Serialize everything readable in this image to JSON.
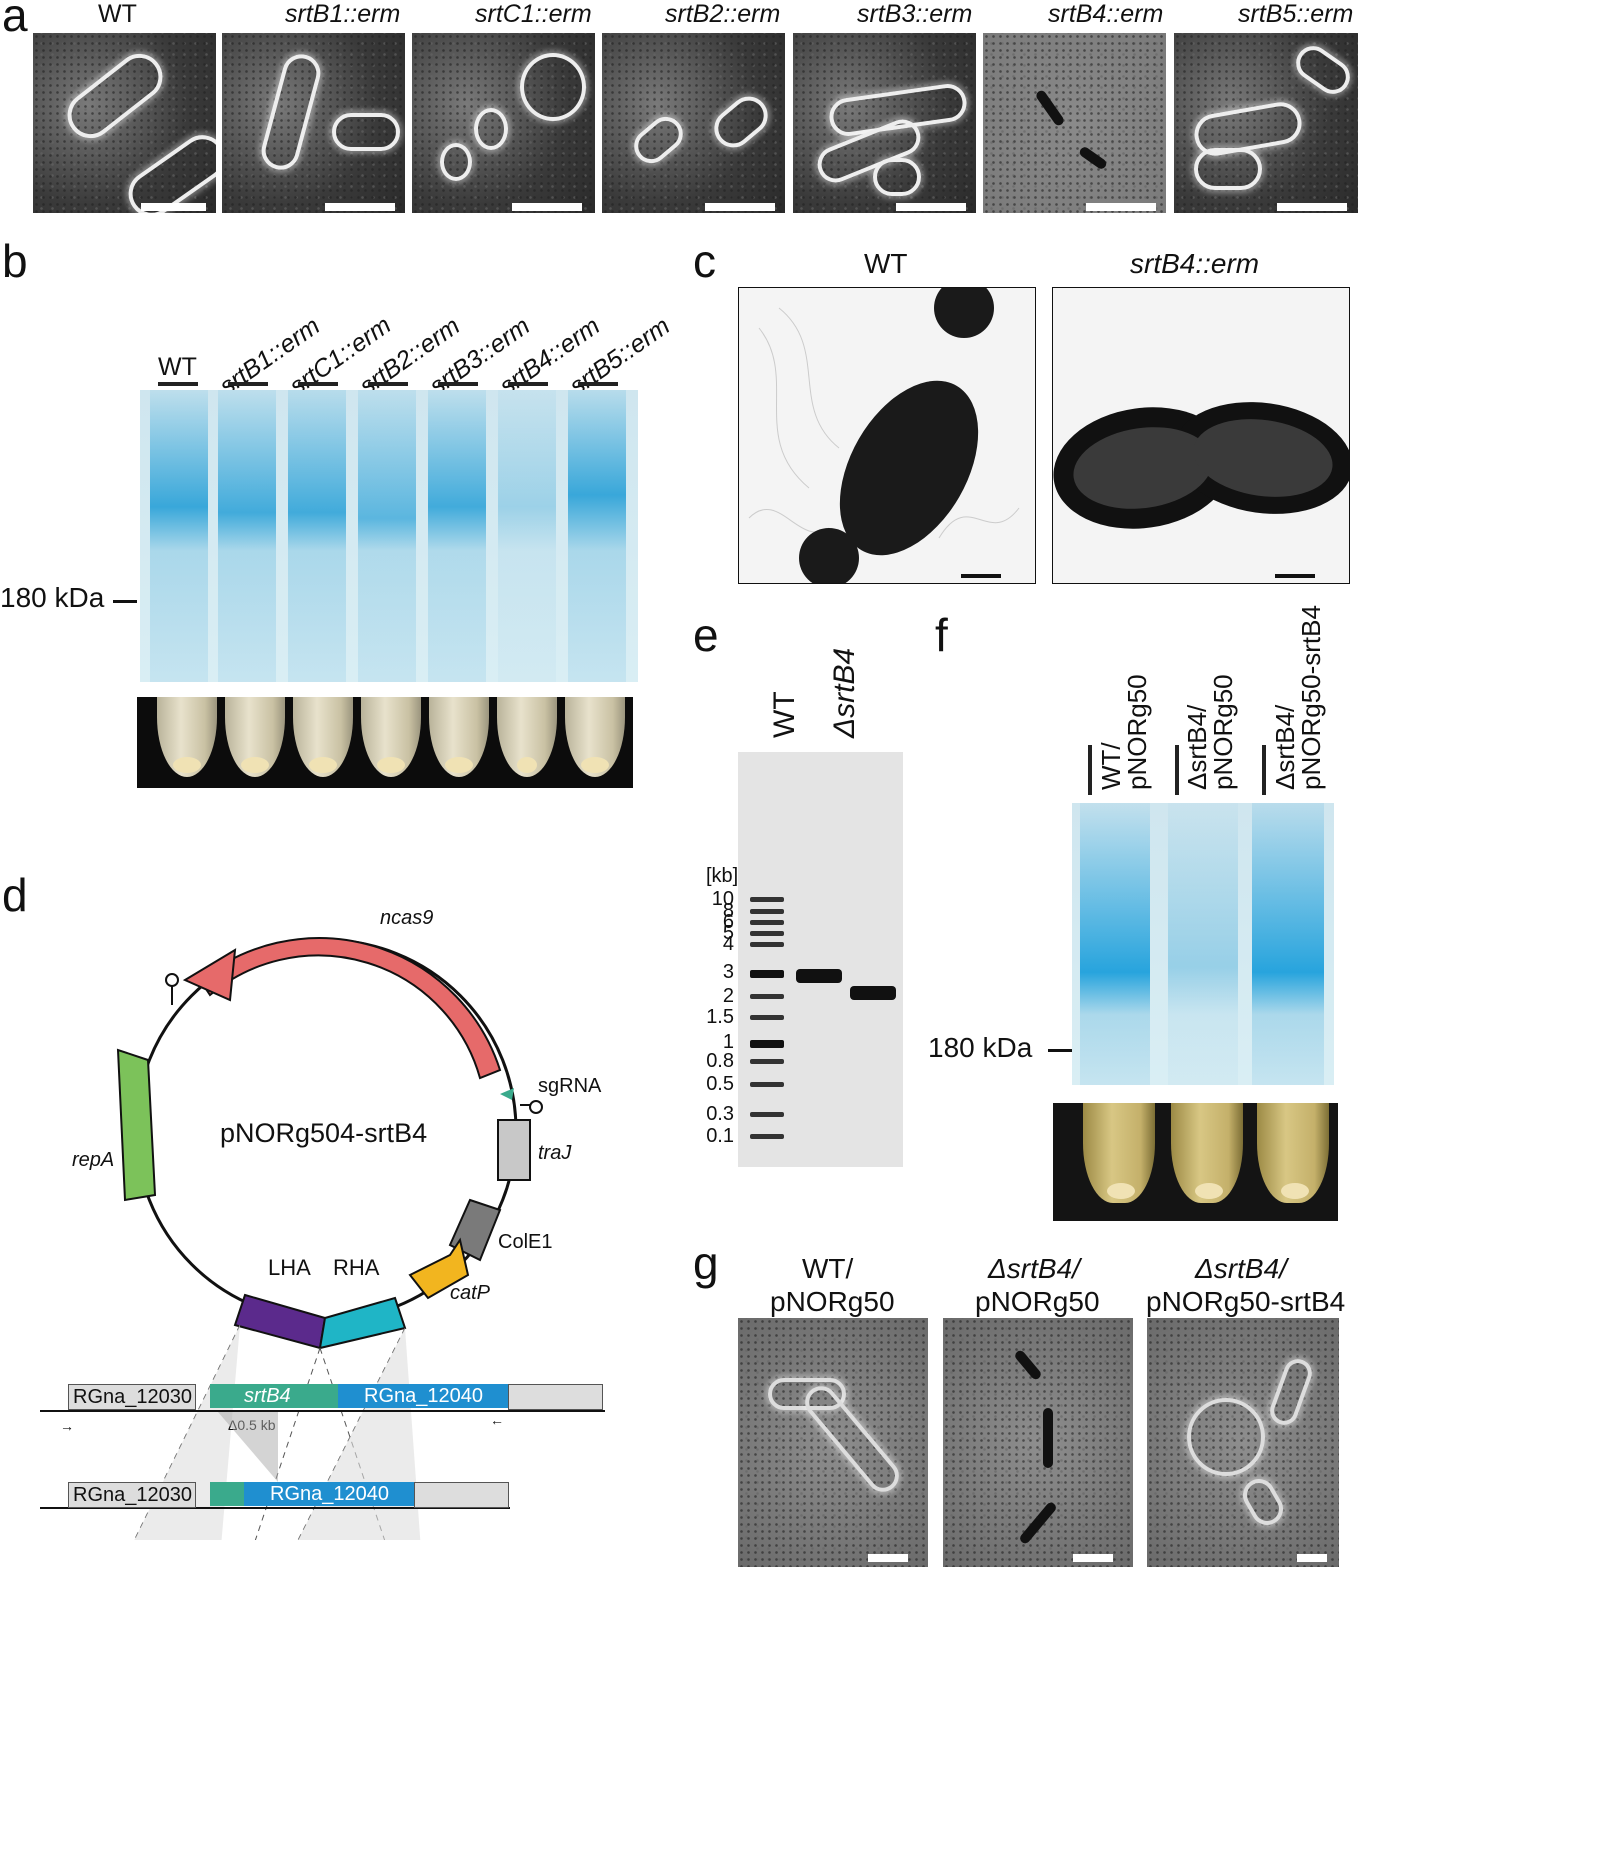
{
  "panels": {
    "a": "a",
    "b": "b",
    "c": "c",
    "d": "d",
    "e": "e",
    "f": "f",
    "g": "g"
  },
  "panel_a": {
    "strains": [
      "WT",
      "srtB1::erm",
      "srtC1::erm",
      "srtB2::erm",
      "srtB3::erm",
      "srtB4::erm",
      "srtB5::erm"
    ]
  },
  "panel_b": {
    "lanes": [
      "WT",
      "srtB1::erm",
      "srtC1::erm",
      "srtB2::erm",
      "srtB3::erm",
      "srtB4::erm",
      "srtB5::erm"
    ],
    "marker": "180 kDa"
  },
  "panel_c": {
    "left_title": "WT",
    "right_title": "srtB4::erm"
  },
  "panel_d": {
    "plasmid_name": "pNORg504-srtB4",
    "features": {
      "ncas9": "ncas9",
      "sgRNA": "sgRNA",
      "traJ": "traJ",
      "ColE1": "ColE1",
      "catP": "catP",
      "RHA": "RHA",
      "LHA": "LHA",
      "repA": "repA"
    },
    "locus_top": {
      "g1": "RGna_12030",
      "g2": "srtB4",
      "g3": "RGna_12040"
    },
    "deletion": "Δ0.5 kb",
    "locus_bottom": {
      "g1": "RGna_12030",
      "g3": "RGna_12040"
    },
    "colors": {
      "ncas9": "#e66a6a",
      "repA": "#7cc25a",
      "LHA": "#5b2a8c",
      "RHA": "#1fb5c6",
      "catP": "#f2b51f",
      "traJ": "#c8c8c8",
      "ColE1": "#7a7a7a",
      "srtB4": "#3aaa8c",
      "RGna_12040": "#1f8fd0"
    }
  },
  "panel_e": {
    "lanes": [
      "WT",
      "ΔsrtB4"
    ],
    "unit": "[kb]",
    "ladder": [
      "10",
      "8",
      "6",
      "5",
      "4",
      "3",
      "2",
      "1.5",
      "1",
      "0.8",
      "0.5",
      "0.3",
      "0.1"
    ]
  },
  "panel_f": {
    "lanes": [
      {
        "l1": "WT/",
        "l2": "pNORg50"
      },
      {
        "l1": "ΔsrtB4/",
        "l2": "pNORg50"
      },
      {
        "l1": "ΔsrtB4/",
        "l2": "pNORg50-srtB4"
      }
    ],
    "marker": "180 kDa"
  },
  "panel_g": {
    "titles": [
      {
        "l1": "WT/",
        "l2": "pNORg50"
      },
      {
        "l1": "ΔsrtB4/",
        "l2": "pNORg50"
      },
      {
        "l1": "ΔsrtB4/",
        "l2": "pNORg50-srtB4"
      }
    ]
  }
}
